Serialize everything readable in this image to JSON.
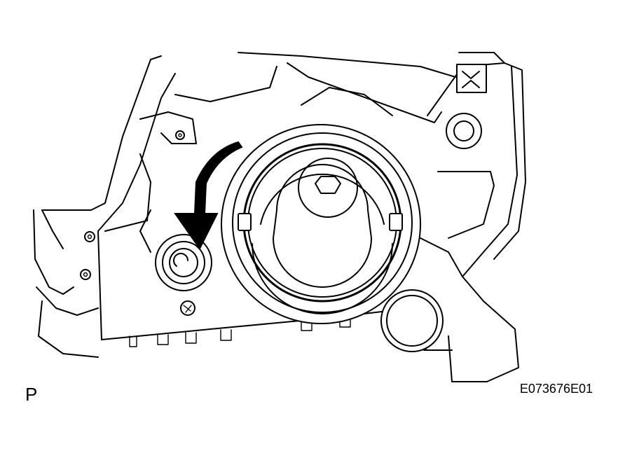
{
  "figure": {
    "view_code": "P",
    "figure_id": "E073676E01",
    "rotation_direction": "counterclockwise"
  }
}
